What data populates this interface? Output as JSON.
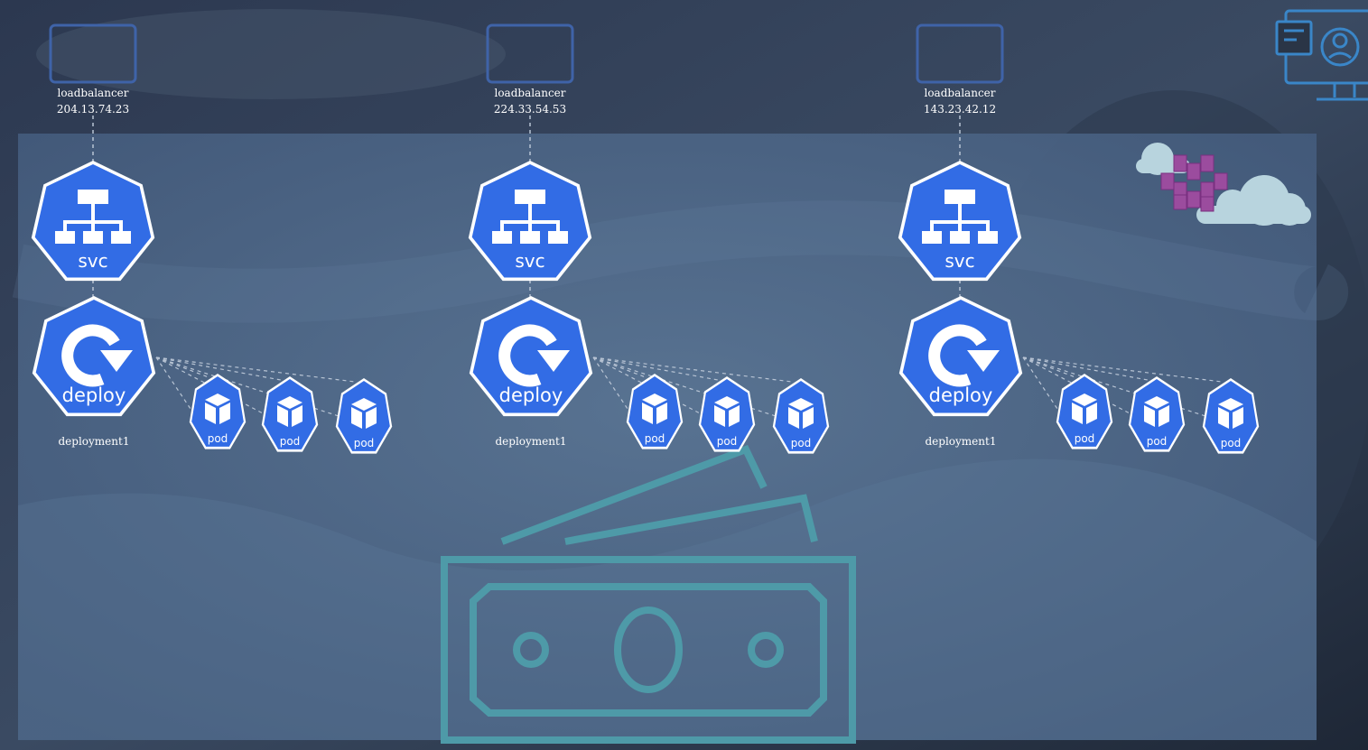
{
  "clusters": [
    {
      "loadbalancer": {
        "label": "loadbalancer",
        "ip": "204.13.74.23"
      },
      "service": {
        "label": "svc"
      },
      "deployment": {
        "icon_label": "deploy",
        "name": "deployment1"
      },
      "pods": [
        {
          "label": "pod"
        },
        {
          "label": "pod"
        },
        {
          "label": "pod"
        }
      ]
    },
    {
      "loadbalancer": {
        "label": "loadbalancer",
        "ip": "224.33.54.53"
      },
      "service": {
        "label": "svc"
      },
      "deployment": {
        "icon_label": "deploy",
        "name": "deployment1"
      },
      "pods": [
        {
          "label": "pod"
        },
        {
          "label": "pod"
        },
        {
          "label": "pod"
        }
      ]
    },
    {
      "loadbalancer": {
        "label": "loadbalancer",
        "ip": "143.23.42.12"
      },
      "service": {
        "label": "svc"
      },
      "deployment": {
        "icon_label": "deploy",
        "name": "deployment1"
      },
      "pods": [
        {
          "label": "pod"
        },
        {
          "label": "pod"
        },
        {
          "label": "pod"
        }
      ]
    }
  ],
  "icons": {
    "cloud": "cloud-with-containers-icon",
    "monitor": "monitor-user-icon",
    "money": "banknote-icon"
  },
  "colors": {
    "k8s_blue": "#326ce5",
    "panel": "#4a6585",
    "outline": "#3f63a8",
    "money_teal": "#4e9aa8",
    "cloud_fill": "#b8d4de",
    "container_purple": "#9b4c9e"
  }
}
